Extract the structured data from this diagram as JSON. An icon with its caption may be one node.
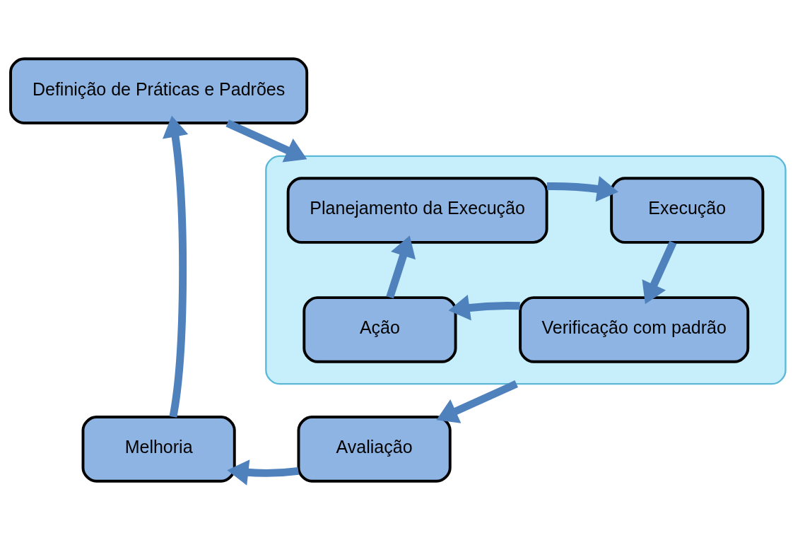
{
  "diagram": {
    "nodes": [
      {
        "text": [
          "Definição de Práticas e Padrões"
        ]
      },
      {
        "text": [],
        "shape": "box"
      },
      {
        "text": [
          "Planejamento da Execução"
        ],
        "in": 1
      },
      {
        "text": [
          "Execução"
        ],
        "in": 1
      },
      {
        "text": [
          "Ação"
        ],
        "in": 1
      },
      {
        "text": [
          "Verificação com padrão"
        ],
        "in": 1
      },
      {
        "text": [
          "Melhoria"
        ]
      },
      {
        "text": [
          "Avaliação"
        ]
      }
    ],
    "edges": [
      {
        "from": 0,
        "to": 1,
        "arrow": "to"
      },
      {
        "from": 2,
        "to": 3,
        "arrow": "to"
      },
      {
        "from": 3,
        "to": 5,
        "arrow": "to"
      },
      {
        "from": 5,
        "to": 4,
        "arrow": "to"
      },
      {
        "from": 4,
        "to": 2,
        "arrow": "to"
      },
      {
        "from": 1,
        "to": 7,
        "arrow": "to"
      },
      {
        "from": 7,
        "to": 6,
        "arrow": "to"
      },
      {
        "from": 6,
        "to": 0,
        "arrow": "to"
      }
    ]
  }
}
